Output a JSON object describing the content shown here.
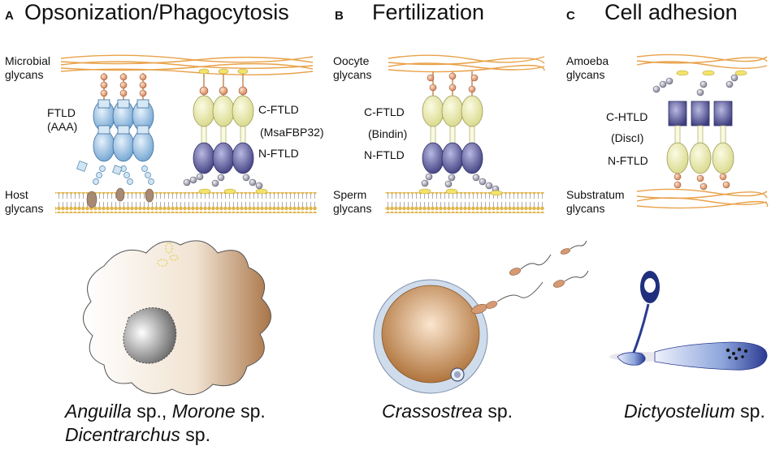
{
  "panels": [
    {
      "letter": "A",
      "title": "Opsonization/Phagocytosis"
    },
    {
      "letter": "B",
      "title": "Fertilization"
    },
    {
      "letter": "C",
      "title": "Cell adhesion"
    }
  ],
  "labels": {
    "a_top_glycans": [
      "Microbial",
      "glycans"
    ],
    "a_ftld": [
      "FTLD",
      "(AAA)"
    ],
    "a_cftld": "C-FTLD",
    "a_msa": "(MsaFBP32)",
    "a_nftld": "N-FTLD",
    "a_host": [
      "Host",
      "glycans"
    ],
    "b_top_glycans": [
      "Oocyte",
      "glycans"
    ],
    "b_cftld": "C-FTLD",
    "b_bindin": "(Bindin)",
    "b_nftld": "N-FTLD",
    "b_sperm": [
      "Sperm",
      "glycans"
    ],
    "c_top_glycans": [
      "Amoeba",
      "glycans"
    ],
    "c_chtld": "C-HTLD",
    "c_discl": "(DiscI)",
    "c_nftld": "N-FTLD",
    "c_substratum": [
      "Substratum",
      "glycans"
    ]
  },
  "species": {
    "a_line1": {
      "genus1": "Anguilla",
      "sp1": " sp., ",
      "genus2": "Morone",
      "sp2": " sp."
    },
    "a_line2": {
      "genus": "Dicentrarchus",
      "sp": " sp."
    },
    "b": {
      "genus": "Crassostrea",
      "sp": " sp."
    },
    "c": {
      "genus": "Dictyostelium",
      "sp": " sp."
    }
  },
  "colors": {
    "fiber": "#e8a24a",
    "membrane": "#d9b04a",
    "blue_domain": "#8fb8dc",
    "yellow_domain": "#eeeeb0",
    "indigo_domain": "#5e5e9c",
    "glycan_bead": "#e7a27a",
    "grey_bead": "#a8a8b8"
  }
}
